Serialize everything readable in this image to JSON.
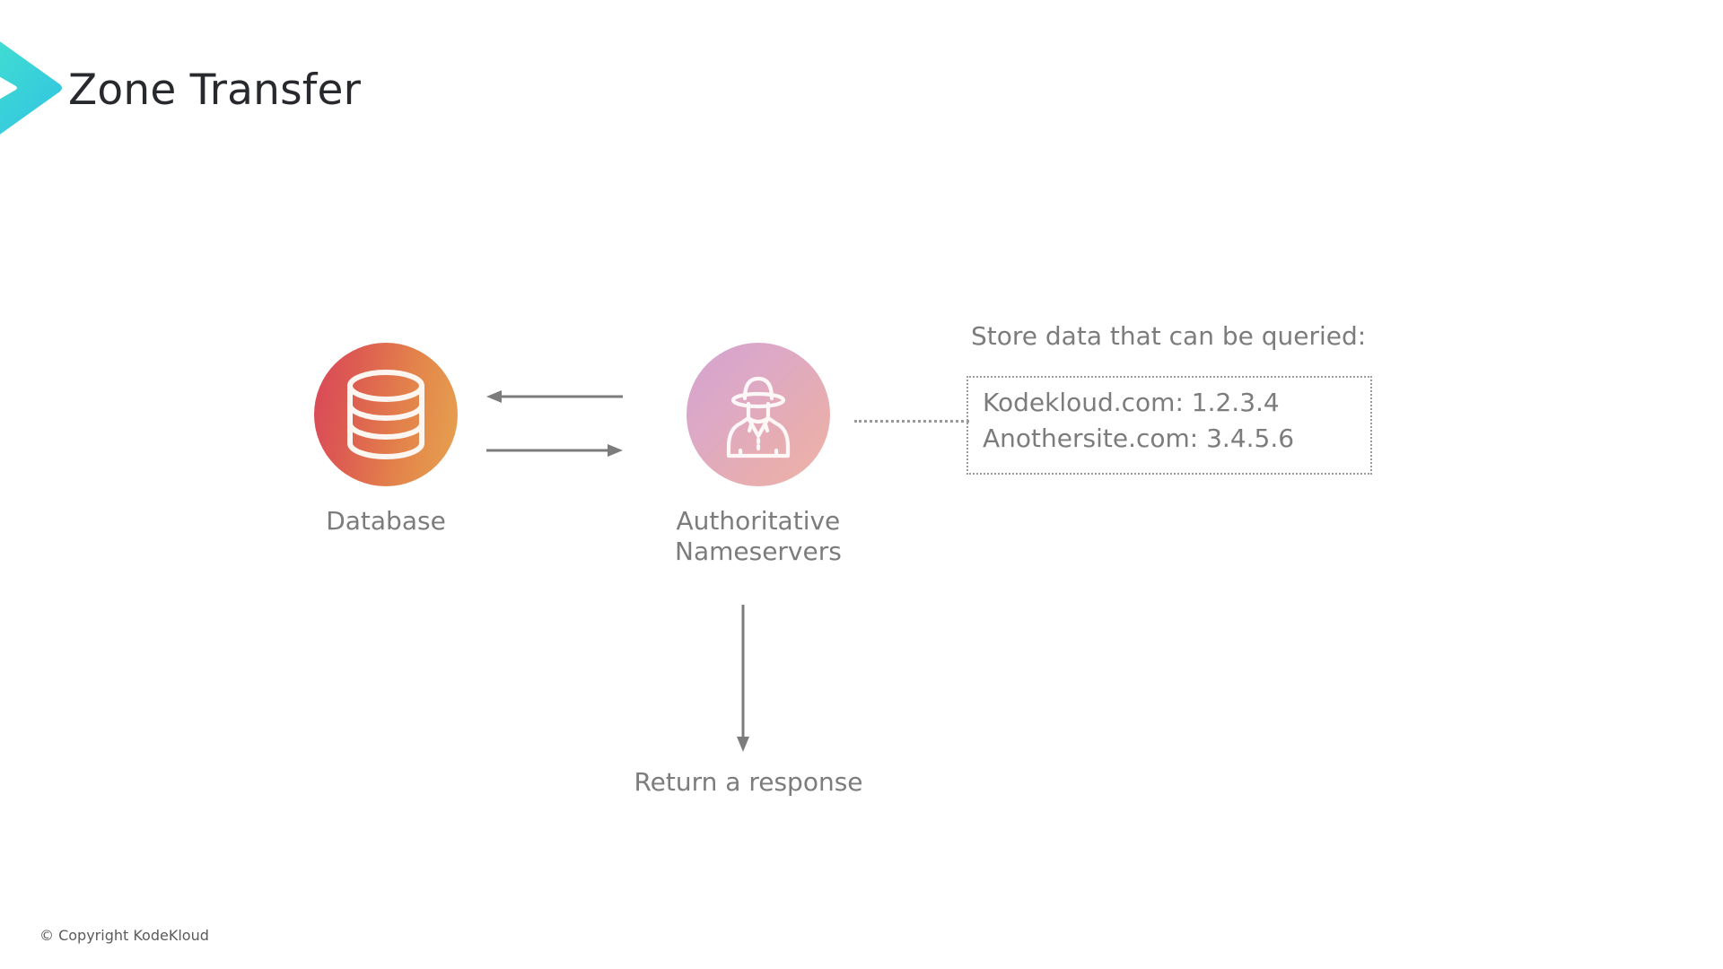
{
  "brand": {
    "logo_icon": "chevron-right-logo",
    "logo_color_start": "#3fe0d0",
    "logo_color_end": "#35c6e0"
  },
  "header": {
    "title": "Zone Transfer",
    "title_color": "#27292d"
  },
  "diagram": {
    "nodes": [
      {
        "id": "database",
        "icon": "database-cylinder-icon",
        "caption": "Database",
        "gradient_start": "#d9465a",
        "gradient_end": "#e6a34f"
      },
      {
        "id": "nameserver",
        "icon": "person-with-hat-icon",
        "caption": "Authoritative\nNameservers",
        "gradient_start": "#d4a2d0",
        "gradient_end": "#eeb3a8"
      }
    ],
    "arrows": [
      {
        "id": "ns-to-db",
        "direction": "left",
        "label": ""
      },
      {
        "id": "db-to-ns",
        "direction": "right",
        "label": ""
      },
      {
        "id": "return",
        "direction": "down",
        "label": "Return a response"
      }
    ],
    "arrow_color": "#7c7c7c",
    "connector": {
      "id": "dotted-connector",
      "style": "dotted",
      "color": "#9a9a9a"
    }
  },
  "annotation": {
    "heading": "Store data that can be queried:",
    "records": [
      "Kodekloud.com: 1.2.3.4",
      "Anothersite.com: 3.4.5.6"
    ],
    "text_color": "#7c7c7c",
    "border_color": "#9d9d9d"
  },
  "footer": {
    "copyright": "© Copyright KodeKloud"
  }
}
